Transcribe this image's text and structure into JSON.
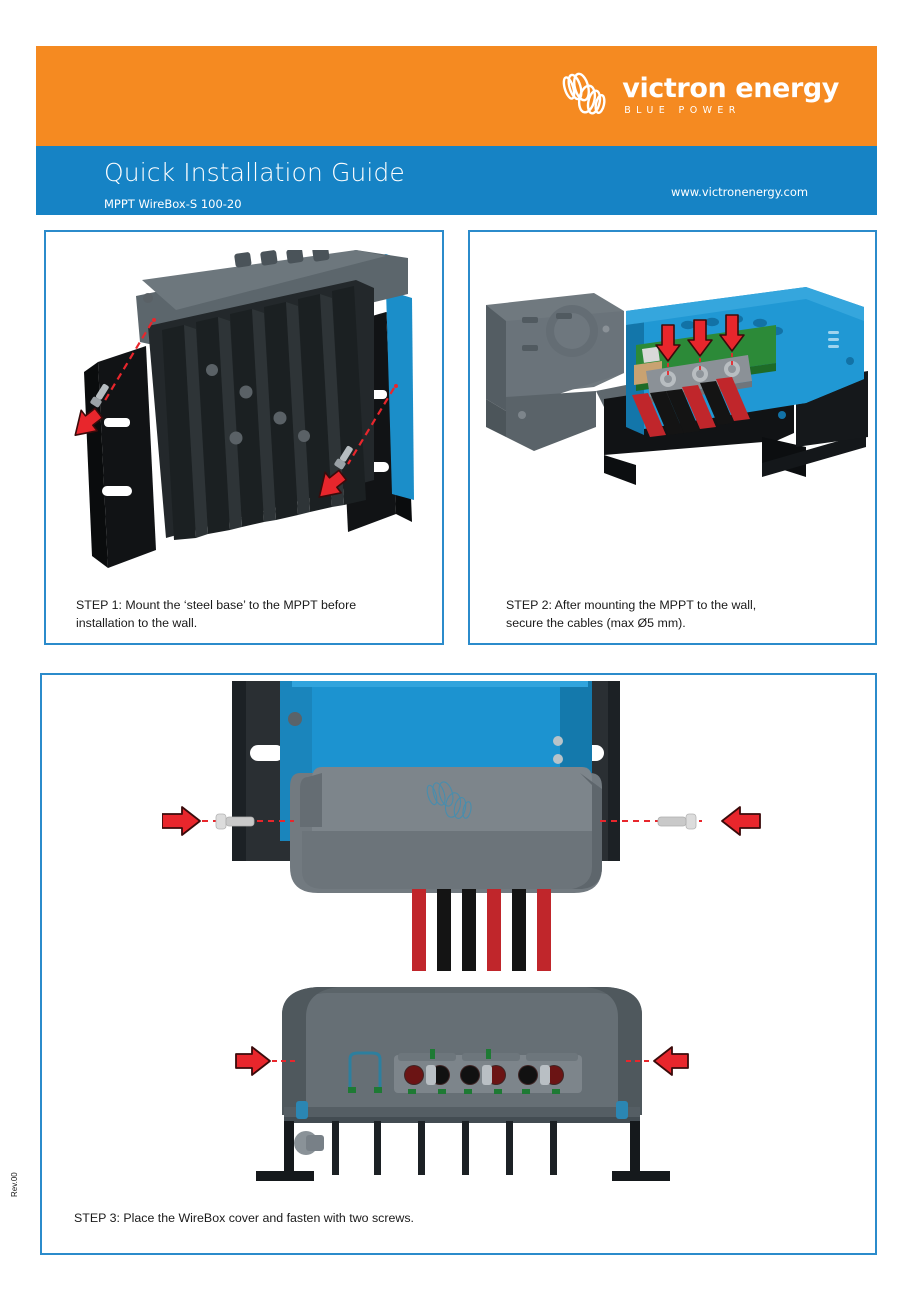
{
  "document": {
    "title": "Quick Installation Guide",
    "subtitle": "MPPT WireBox-S 100-20",
    "url": "www.victronenergy.com",
    "revision": "Rev.00"
  },
  "brand": {
    "name": "victron energy",
    "tagline": "BLUE POWER",
    "logo_icon": "victron-swirl-icon",
    "orange": "#f58a21",
    "blue": "#1683c5",
    "panel_border": "#2b8bcb"
  },
  "steps": [
    {
      "id": "step-1",
      "caption": "STEP 1: Mount the ‘steel base’ to the MPPT before\n            installation to the wall.",
      "illustration": "mppt-heatsink-with-steel-base-and-two-screws"
    },
    {
      "id": "step-2",
      "caption": "STEP 2: After mounting the MPPT to the wall,\n           secure the cables (max Ø5 mm).",
      "illustration": "mppt-blue-unit-open-wirebox-cover-and-cables"
    },
    {
      "id": "step-3",
      "caption": "STEP 3: Place the WireBox cover and fasten with two screws.",
      "illustration_top": "wirebox-cover-installed-front-view-with-two-screws",
      "illustration_bottom": "wirebox-cover-bottom-view-with-terminals"
    }
  ],
  "colors": {
    "cable_red": "#c0262b",
    "cable_black": "#141414",
    "arrow_red": "#e8262c",
    "device_blue": "#1b8ec9",
    "housing_grey": "#60686d",
    "heatsink_dark": "#23282b",
    "steel_base": "#111315"
  }
}
